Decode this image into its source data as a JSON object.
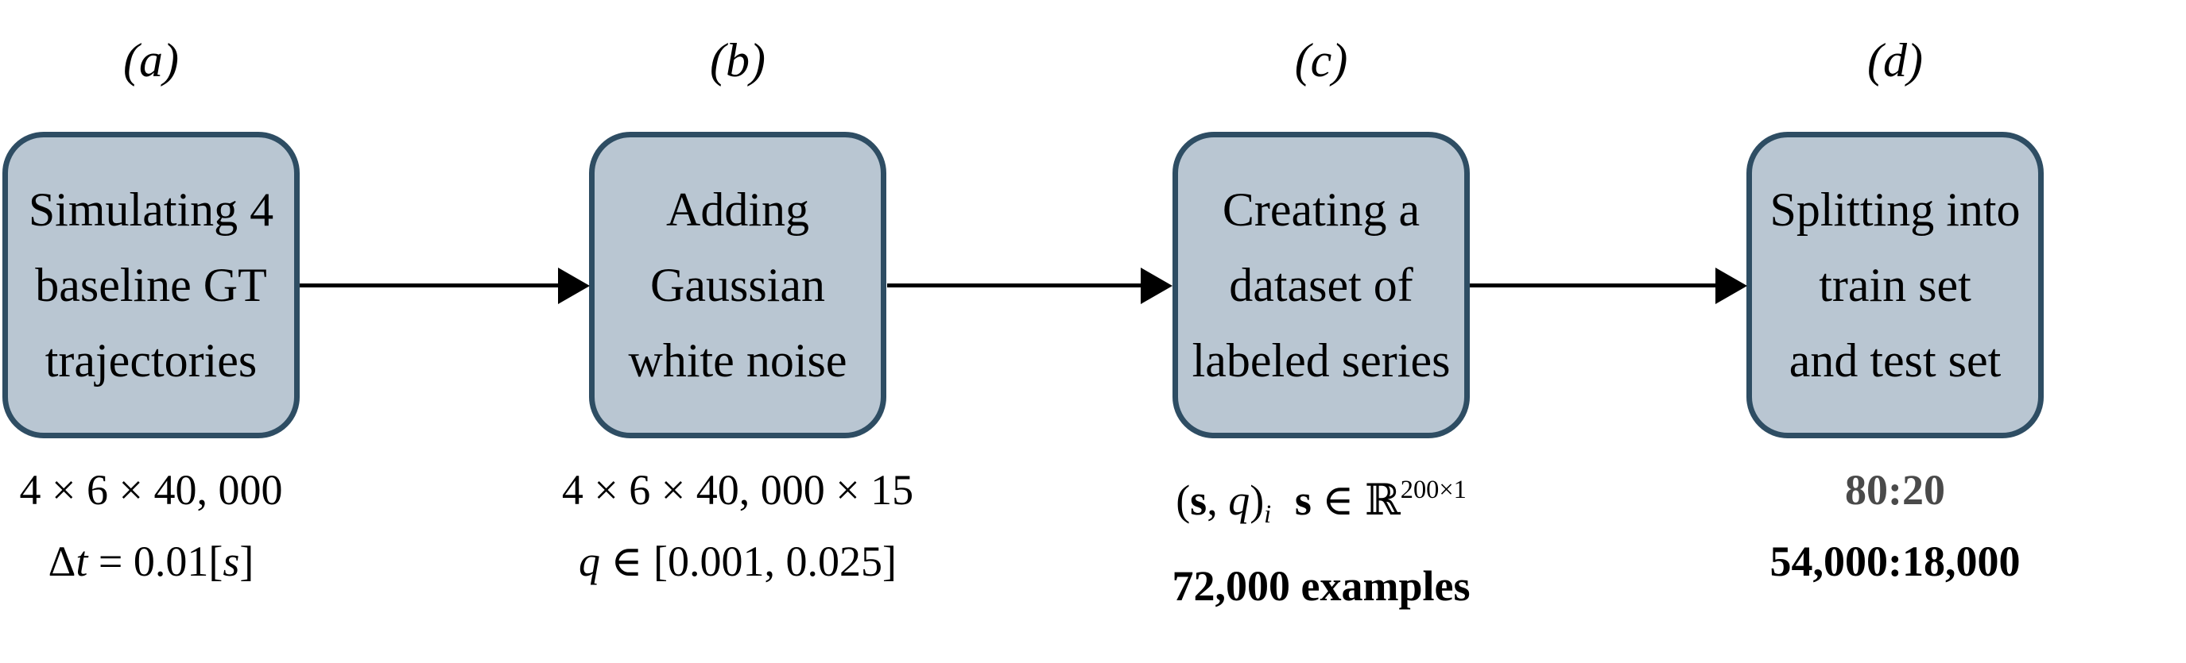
{
  "colors": {
    "background": "#ffffff",
    "box_fill": "#b9c6d2",
    "box_border": "#2e4d63",
    "arrow": "#000000",
    "text": "#000000",
    "caption_muted": "#4a4a4a"
  },
  "steps": [
    {
      "label": "(a)",
      "box_lines": [
        "Simulating 4",
        "baseline GT",
        "trajectories"
      ],
      "cap1": [
        "4 × 6 × 40, 000"
      ],
      "cap2": [
        "Δ",
        "t",
        " = 0.01[",
        "s",
        "]"
      ]
    },
    {
      "label": "(b)",
      "box_lines": [
        "Adding",
        "Gaussian",
        "white noise"
      ],
      "cap1": [
        "4 × 6 × 40, 000 × 15"
      ],
      "cap2": [
        "q",
        " ∈ [0.001, 0.025]"
      ]
    },
    {
      "label": "(c)",
      "box_lines": [
        "Creating a",
        "dataset of",
        "labeled series"
      ],
      "cap1": [
        "(",
        "s",
        ", ",
        "q",
        ")",
        "i",
        "s",
        " ∈ ",
        "ℝ",
        "200×1"
      ],
      "cap2": [
        "72,000 examples"
      ]
    },
    {
      "label": "(d)",
      "box_lines": [
        "Splitting into",
        "train set",
        "and test set"
      ],
      "cap1": [
        "80:20"
      ],
      "cap2": [
        "54,000:18,000"
      ]
    }
  ]
}
